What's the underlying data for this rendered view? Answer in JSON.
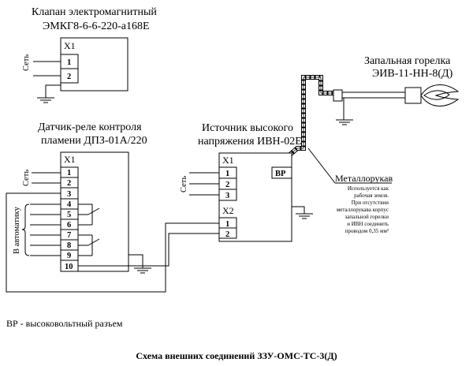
{
  "valve": {
    "title_line1": "Клапан электромагнитный",
    "title_line2": "ЭМКГ8-6-6-220-а168Е",
    "connector": "X1",
    "pins": [
      "1",
      "2"
    ],
    "side_label": "Сеть"
  },
  "igniter": {
    "title_line1": "Запальная горелка",
    "title_line2": "ЭИВ-11-НН-8(Д)"
  },
  "sensor": {
    "title_line1": "Датчик-реле контроля",
    "title_line2": "пламени ДПЗ-01А/220",
    "connector": "X1",
    "pins": [
      "1",
      "2",
      "3",
      "4",
      "5",
      "6",
      "7",
      "8",
      "9",
      "10"
    ],
    "side_label": "Сеть",
    "auto_label": "В автоматику"
  },
  "hv_source": {
    "title_line1": "Источник высокого",
    "title_line2": "напряжения ИВН-02Е",
    "connector1": "X1",
    "pins1": [
      "1",
      "2",
      "3"
    ],
    "connector2": "X2",
    "pins2": [
      "1",
      "2"
    ],
    "hv_port": "ВР",
    "side_label": "Сеть"
  },
  "hose": {
    "title": "Металлорукав",
    "note": [
      "Используется как",
      "рабочая земля.",
      "При отсутствии",
      "металлорукава корпус",
      "запальной горелки",
      "и ИВН соединить",
      "проводом 0,35 мм²"
    ]
  },
  "legend": "ВР - высоковольтный разъем",
  "caption": "Схема внешних соединений ЗЗУ-ОМС-ТС-3(Д)"
}
